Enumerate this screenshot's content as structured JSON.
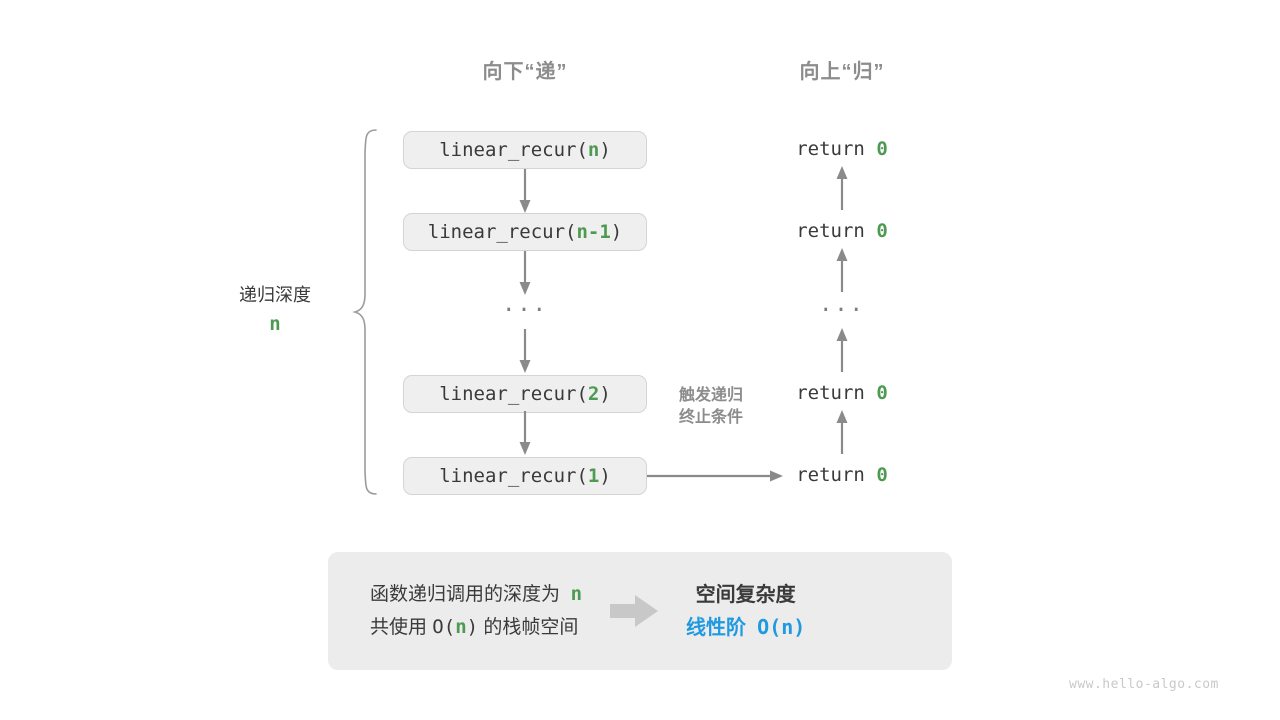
{
  "headers": {
    "down": "向下“递”",
    "up": "向上“归”"
  },
  "depth": {
    "label": "递归深度",
    "value": "n"
  },
  "call_stack": [
    {
      "prefix": "linear_recur(",
      "arg": "n",
      "suffix": ")"
    },
    {
      "prefix": "linear_recur(",
      "arg": "n-1",
      "suffix": ")"
    },
    {
      "ellipsis": "···"
    },
    {
      "prefix": "linear_recur(",
      "arg": "2",
      "suffix": ")"
    },
    {
      "prefix": "linear_recur(",
      "arg": "1",
      "suffix": ")"
    }
  ],
  "returns": [
    {
      "keyword": "return",
      "value": "0"
    },
    {
      "keyword": "return",
      "value": "0"
    },
    {
      "ellipsis": "···"
    },
    {
      "keyword": "return",
      "value": "0"
    },
    {
      "keyword": "return",
      "value": "0"
    }
  ],
  "trigger_note": {
    "line1": "触发递归",
    "line2": "终止条件"
  },
  "summary": {
    "left_line1_a": "函数递归调用的深度为",
    "left_line1_n": "n",
    "left_line2_a": "共使用",
    "left_line2_o": "O(",
    "left_line2_n": "n",
    "left_line2_c": ")",
    "left_line2_b": "的栈帧空间",
    "right_title": "空间复杂度",
    "right_value_label": "线性阶",
    "right_value_expr": "O(n)"
  },
  "watermark": "www.hello-algo.com",
  "colors": {
    "green": "#4e9a52",
    "blue": "#1f9ae0",
    "gray_text": "#3a3a3a",
    "gray_muted": "#8c8c8c",
    "box_fill": "#efefef",
    "box_border": "#d4d4d4",
    "panel_fill": "#ececec",
    "arrow": "#8a8a8a",
    "watermark": "#c9c9c9"
  }
}
